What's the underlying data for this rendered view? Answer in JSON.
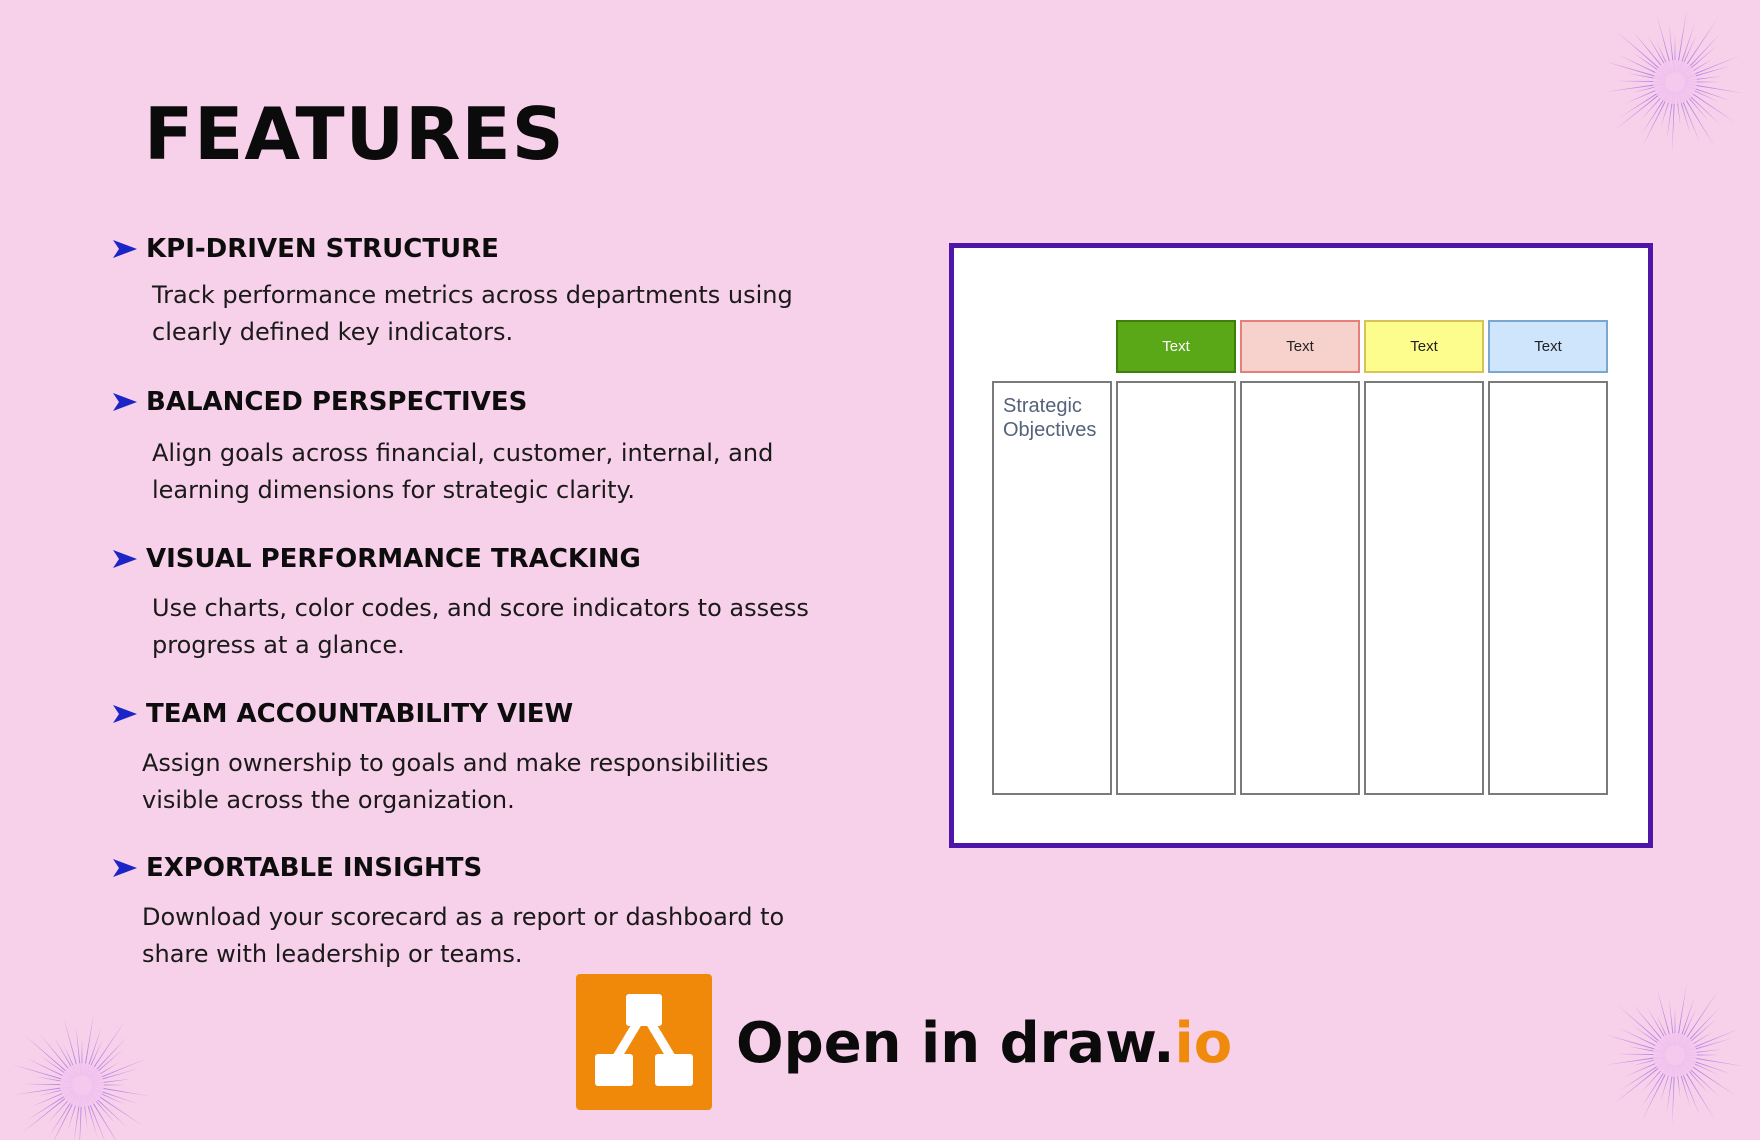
{
  "title": "FEATURES",
  "features": [
    {
      "title": "KPI-DRIVEN STRUCTURE",
      "description": "Track performance metrics across departments using clearly defined key indicators."
    },
    {
      "title": "BALANCED PERSPECTIVES",
      "description": "Align goals across financial, customer, internal, and learning dimensions for strategic clarity."
    },
    {
      "title": "VISUAL PERFORMANCE TRACKING",
      "description": "Use charts, color codes, and score indicators to assess progress at a glance."
    },
    {
      "title": "TEAM ACCOUNTABILITY VIEW",
      "description": "Assign ownership to goals and make responsibilities visible across the organization."
    },
    {
      "title": "EXPORTABLE INSIGHTS",
      "description": "Download your scorecard as a report or dashboard to share with leadership or teams."
    }
  ],
  "diagram": {
    "headers": [
      "Text",
      "Text",
      "Text",
      "Text"
    ],
    "row_label": "Strategic Objectives",
    "header_colors": [
      "#5aa818",
      "#f7d2cd",
      "#fdfd8e",
      "#cfe5fb"
    ],
    "frame_color": "#4f14a8"
  },
  "cta": {
    "prefix": "Open in draw.",
    "accent": "io",
    "accent_color": "#f08a0c",
    "logo_color": "#f0890a"
  },
  "colors": {
    "background": "#f7d0ea",
    "bullet_arrow": "#1b25c7",
    "burst": "#b27ee6"
  },
  "icons": [
    "arrow-bullet-icon",
    "drawio-logo-icon",
    "starburst-decoration-icon"
  ]
}
